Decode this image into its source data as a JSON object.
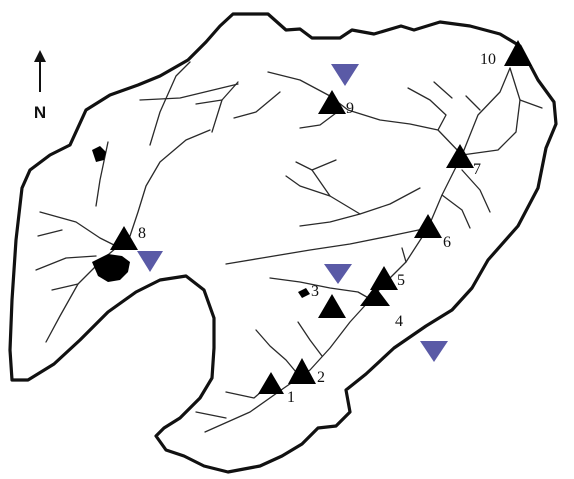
{
  "north_label": "N",
  "colors": {
    "boundary": "#111111",
    "river": "#2a2a2a",
    "station": "#000000",
    "inverted_marker": "#5a5aa6",
    "background": "#ffffff"
  },
  "stations": [
    {
      "id": "1",
      "label": "1"
    },
    {
      "id": "2",
      "label": "2"
    },
    {
      "id": "3",
      "label": "3"
    },
    {
      "id": "4",
      "label": "4"
    },
    {
      "id": "5",
      "label": "5"
    },
    {
      "id": "6",
      "label": "6"
    },
    {
      "id": "7",
      "label": "7"
    },
    {
      "id": "8",
      "label": "8"
    },
    {
      "id": "9",
      "label": "9"
    },
    {
      "id": "10",
      "label": "10"
    }
  ],
  "inverted_marker_count": 4
}
